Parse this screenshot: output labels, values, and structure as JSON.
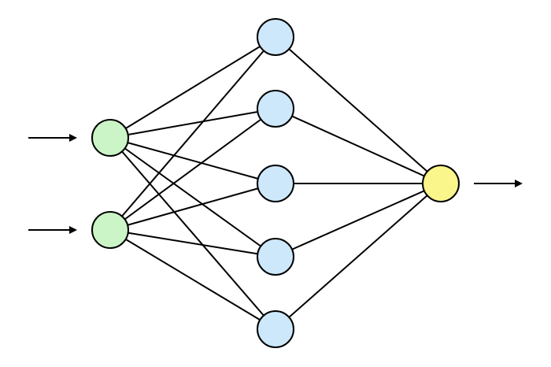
{
  "diagram": {
    "type": "feedforward-neural-network",
    "layers": [
      {
        "role": "input",
        "node_count": 2,
        "fill": "#cbf5c6"
      },
      {
        "role": "hidden",
        "node_count": 5,
        "fill": "#cde8fb"
      },
      {
        "role": "output",
        "node_count": 1,
        "fill": "#fbf68b"
      }
    ],
    "connections": "fully-connected",
    "input_arrow_count": 2,
    "output_arrow_count": 1,
    "stroke_color": "#000000",
    "background": "#ffffff"
  }
}
